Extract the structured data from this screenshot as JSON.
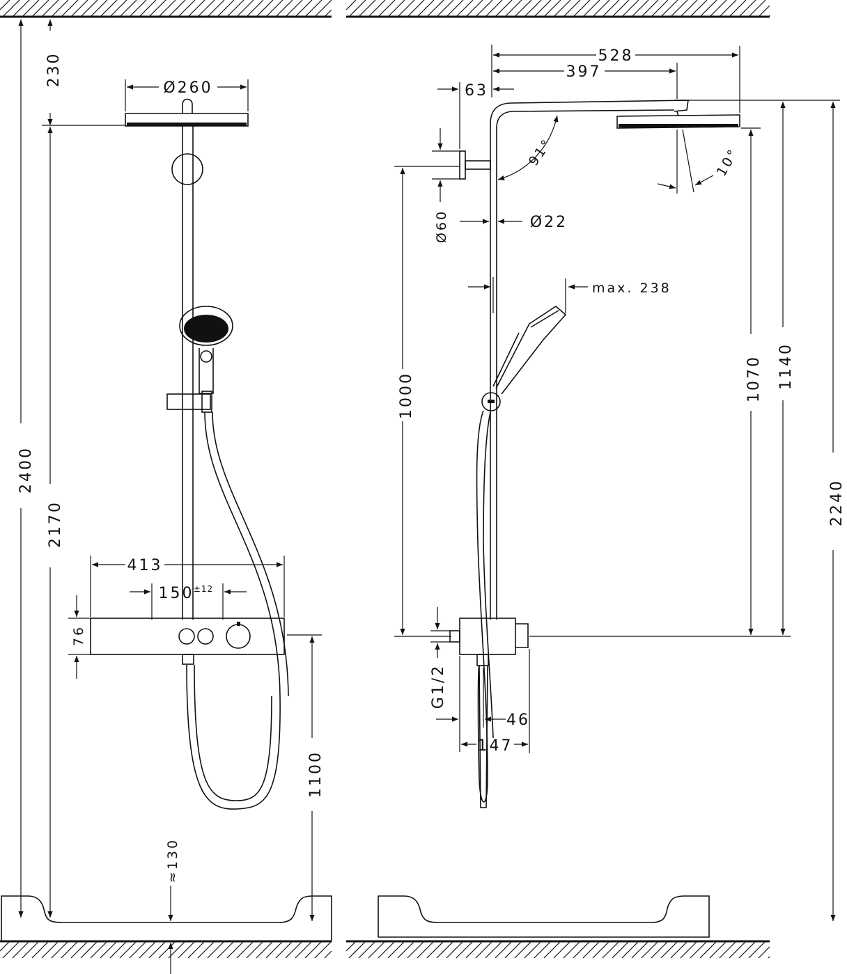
{
  "front_view": {
    "dim_total_height": "2400",
    "dim_top_clearance": "230",
    "dim_head_height": "2170",
    "dim_head_diameter": "Ø260",
    "dim_thermostat_width": "413",
    "dim_connection_spacing": "150",
    "dim_connection_tolerance": "±12",
    "dim_thermostat_height": "76",
    "dim_thermostat_floor_height": "1100",
    "dim_tray_depth": "≈130"
  },
  "side_view": {
    "dim_arm_reach": "528",
    "dim_arm_length": "397",
    "dim_wall_offset": "63",
    "dim_arm_angle": "91°",
    "dim_head_tilt": "10°",
    "dim_wall_bracket": "Ø60",
    "dim_rail_diameter": "Ø22",
    "dim_hand_shower_reach": "max. 238",
    "dim_bracket_height": "1000",
    "dim_head_to_mixer": "1070",
    "dim_arm_to_mixer": "1140",
    "dim_overall_height": "2240",
    "dim_inlet_thread": "G1/2",
    "dim_hose_outlet_offset": "46",
    "dim_mixer_depth": "147"
  }
}
